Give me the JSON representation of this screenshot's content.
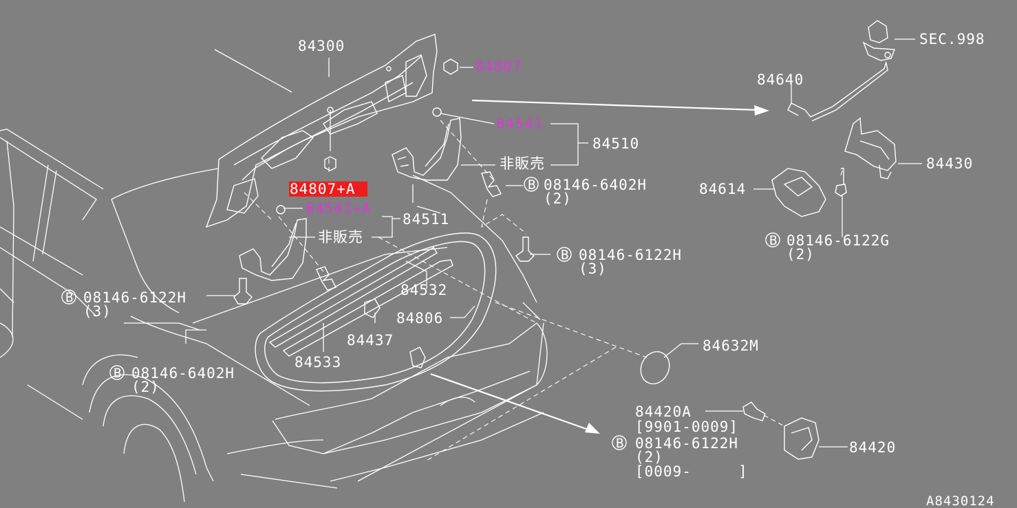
{
  "diagram": {
    "figure_code": "A8430124",
    "highlight_color": "#ee1c1c",
    "magenta_color": "#d63cd6",
    "bolt_symbol": "B",
    "labels": {
      "p84300": "84300",
      "p84807": "84807",
      "p84541": "84541",
      "p84510": "84510",
      "hanbai1": "非販売",
      "bolt_6402H_a": "08146-6402H",
      "bolt_6402H_a_qty": "(2)",
      "p84807A": "84807+A",
      "p84541A": "84541+A",
      "p84511": "84511",
      "hanbai2": "非販売",
      "bolt_6122H_a": "08146-6122H",
      "bolt_6122H_a_qty": "(3)",
      "bolt_6122H_b": "08146-6122H",
      "bolt_6122H_b_qty": "(3)",
      "p84532": "84532",
      "p84806": "84806",
      "p84437": "84437",
      "p84533": "84533",
      "bolt_6402H_b": "08146-6402H",
      "bolt_6402H_b_qty": "(2)",
      "p84632M": "84632M",
      "sec998": "SEC.998",
      "p84640": "84640",
      "p84430": "84430",
      "p84614": "84614",
      "bolt_6122G": "08146-6122G",
      "bolt_6122G_qty": "(2)",
      "p84420A": "84420A",
      "range1": "[9901-0009]",
      "bolt_6122H_c": "08146-6122H",
      "bolt_6122H_c_qty": "(2)",
      "range2": "[0009-     ]",
      "p84420": "84420"
    }
  }
}
